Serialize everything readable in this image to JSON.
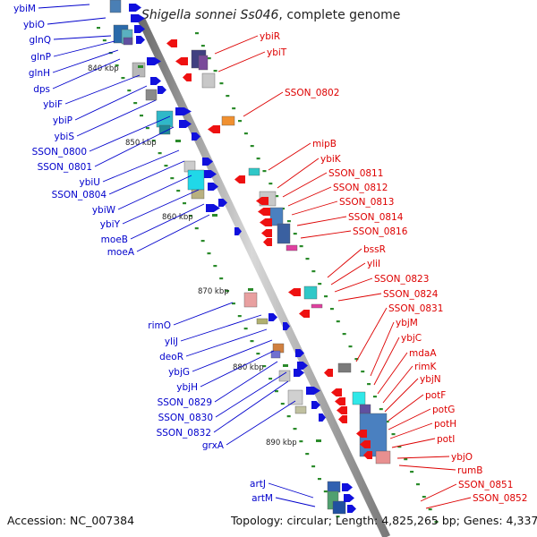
{
  "title": {
    "species": "Shigella sonnei Ss046",
    "suffix": ", complete genome"
  },
  "footer": {
    "accession": "Accession: NC_007384",
    "topology": "Topology: circular; Length: 4,825,265 bp; Genes: 4,337"
  },
  "colors": {
    "forward_label": "#0000cc",
    "reverse_label": "#dd0000",
    "forward_arrow": "#1010dd",
    "reverse_arrow": "#ee1111",
    "backbone": "#9a9a9a",
    "tick": "#2a8a2a"
  },
  "scale_labels": [
    "840 kbp",
    "850 kbp",
    "860 kbp",
    "870 kbp",
    "880 kbp",
    "890 kbp"
  ],
  "forward_genes": [
    "ybiM",
    "ybiO",
    "glnQ",
    "glnP",
    "glnH",
    "dps",
    "ybiF",
    "ybiP",
    "ybiS",
    "SSON_0800",
    "SSON_0801",
    "ybiU",
    "SSON_0804",
    "ybiW",
    "ybiY",
    "moeB",
    "moeA",
    "rimO",
    "yliJ",
    "deoR",
    "ybjG",
    "ybjH",
    "SSON_0829",
    "SSON_0830",
    "SSON_0832",
    "grxA",
    "artJ",
    "artM"
  ],
  "reverse_genes": [
    "ybiR",
    "ybiT",
    "SSON_0802",
    "mipB",
    "ybiK",
    "SSON_0811",
    "SSON_0812",
    "SSON_0813",
    "SSON_0814",
    "SSON_0816",
    "bssR",
    "yliI",
    "SSON_0823",
    "SSON_0824",
    "SSON_0831",
    "ybjM",
    "ybjC",
    "mdaA",
    "rimK",
    "ybjN",
    "potF",
    "potG",
    "potH",
    "potI",
    "ybjO",
    "rumB",
    "SSON_0851",
    "SSON_0852"
  ]
}
